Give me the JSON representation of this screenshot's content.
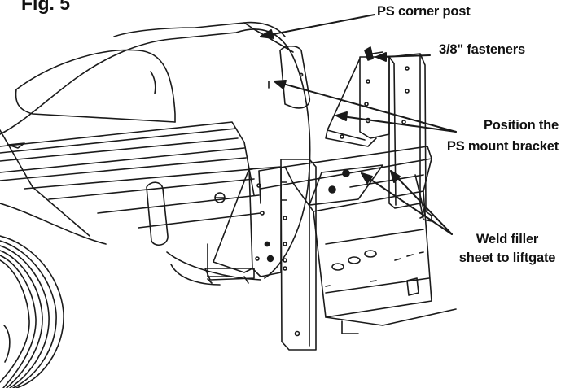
{
  "figure": {
    "label": "Fig. 5"
  },
  "callouts": {
    "corner_post": "PS corner post",
    "fasteners": "3/8\" fasteners",
    "mount_bracket_line1": "Position the",
    "mount_bracket_line2": "PS mount bracket",
    "filler_line1": "Weld filler",
    "filler_line2": "sheet to liftgate"
  },
  "colors": {
    "line": "#1a1a1a",
    "text": "#111111",
    "background": "#ffffff"
  }
}
